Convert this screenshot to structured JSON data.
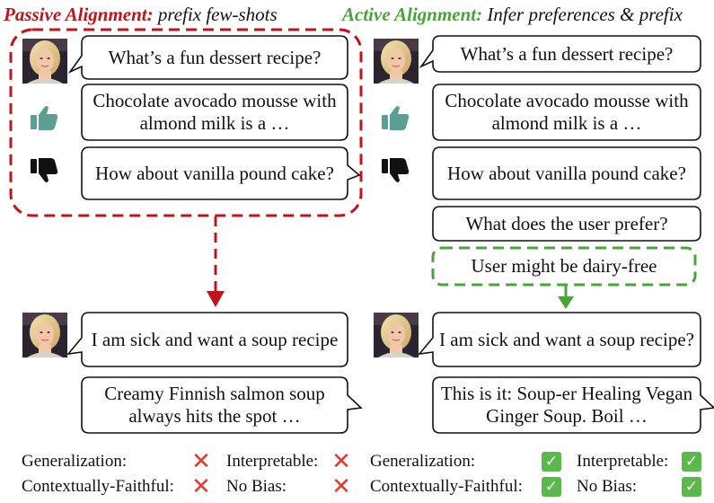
{
  "left_panel": {
    "title_strong": "Passive Alignment:",
    "title_rest": " prefix few-shots",
    "bubbles": {
      "q1": "What’s a fun dessert recipe?",
      "liked": "Chocolate avocado mousse with almond milk is a …",
      "disliked": "How about vanilla pound cake?",
      "query": "I am sick and want a soup recipe",
      "response": "Creamy Finnish salmon soup always hits the spot …"
    },
    "metrics": {
      "generalization": {
        "label": "Generalization:",
        "value": "cross"
      },
      "interpretable": {
        "label": "Interpretable:",
        "value": "cross"
      },
      "faithful": {
        "label": "Contextually-Faithful:",
        "value": "cross"
      },
      "no_bias": {
        "label": "No Bias:",
        "value": "cross"
      }
    }
  },
  "right_panel": {
    "title_strong": "Active Alignment:",
    "title_rest": " Infer preferences & prefix",
    "bubbles": {
      "q1": "What’s a fun dessert recipe?",
      "liked": "Chocolate avocado mousse with almond milk is a …",
      "disliked": "How about vanilla pound cake?",
      "infer_q": "What does the user prefer?",
      "inferred": "User might be dairy-free",
      "query": "I am sick and want a soup recipe?",
      "response": "This is it: Soup-er Healing Vegan Ginger Soup. Boil …"
    },
    "metrics": {
      "generalization": {
        "label": "Generalization:",
        "value": "check"
      },
      "interpretable": {
        "label": "Interpretable:",
        "value": "check"
      },
      "faithful": {
        "label": "Contextually-Faithful:",
        "value": "check"
      },
      "no_bias": {
        "label": "No Bias:",
        "value": "check"
      }
    }
  },
  "colors": {
    "passive_red": "#c0141c",
    "active_green": "#4aa33b",
    "thumb_up": "#5a9e94",
    "thumb_down": "#111111",
    "check_bg": "#5bb84a",
    "cross": "#e23b2e"
  },
  "icons": {
    "check": "✓",
    "cross": "✕"
  }
}
